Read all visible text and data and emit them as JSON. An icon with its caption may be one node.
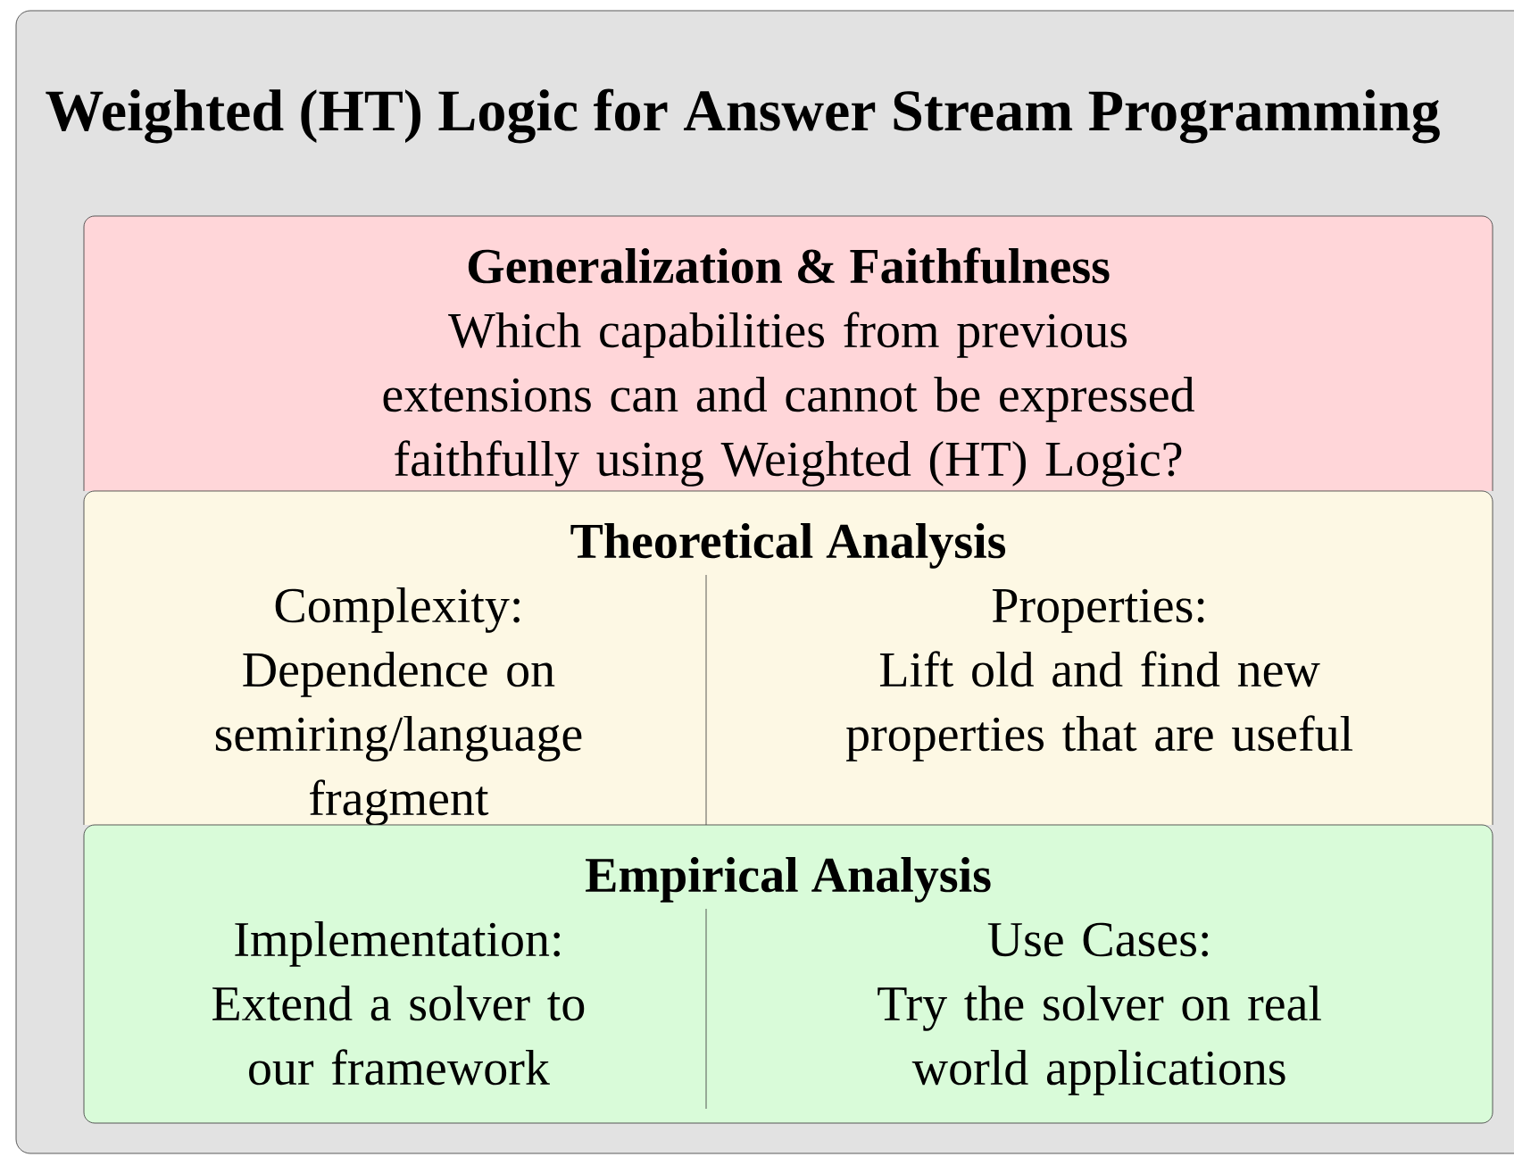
{
  "diagram": {
    "nodes": [
      {
        "text": [
          "Weighted (HT) Logic for Answer Stream Programming"
        ]
      },
      {
        "text": [
          "Generalization & Faithfulness",
          "Which capabilities from previous extensions can and cannot be expressed faithfully using Weighted (HT) Logic?"
        ],
        "in": 0
      },
      {
        "text": [
          "Theoretical Analysis",
          "Complexity:",
          "Dependence on semiring/language fragment",
          "Properties:",
          "Lift old and find new properties that are useful"
        ],
        "in": 0
      },
      {
        "text": [
          "Empirical Analysis",
          "Implementation:",
          "Extend a solver to our framework",
          "Use Cases:",
          "Try the solver on real world applications"
        ],
        "in": 0
      }
    ]
  }
}
